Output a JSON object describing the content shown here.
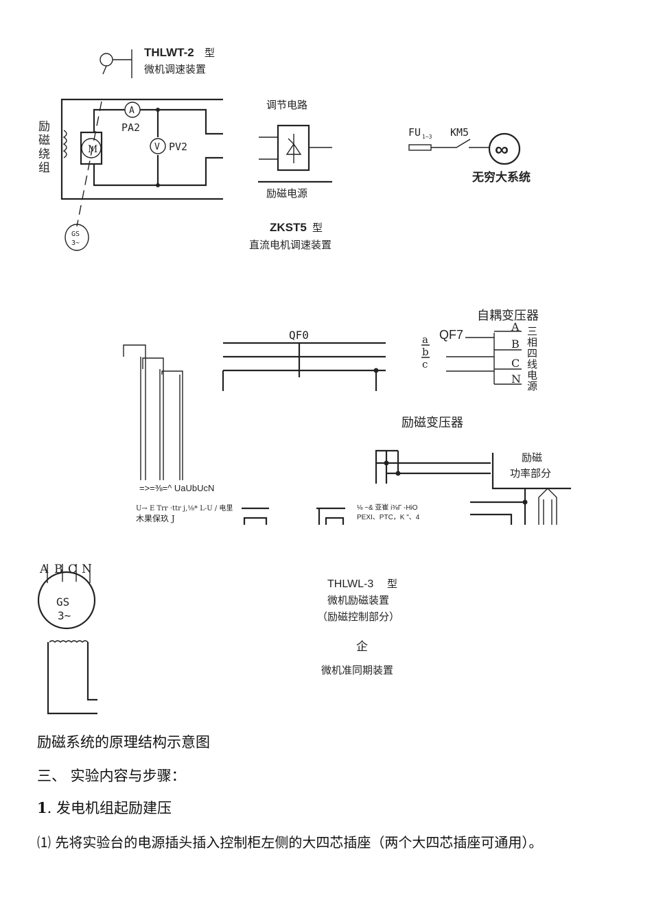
{
  "diagram": {
    "thlwt_model": "THLWT-2",
    "thlwt_suffix": "型",
    "thlwt_name": "微机调速装置",
    "field_winding": [
      "励",
      "磁",
      "绕",
      "组"
    ],
    "pa2": "PA2",
    "pv2": "PV2",
    "ammeter": "A",
    "voltmeter": "V",
    "motor": "M",
    "gs_top": "GS",
    "gs_bottom": "3~",
    "regulating_circuit": "调节电路",
    "excitation_source": "励磁电源",
    "zkst_model": "ZKST5",
    "zkst_suffix": "型",
    "zkst_name": "直流电机调速装置",
    "fu": "FU",
    "fu_sub": "1~3",
    "km5": "KM5",
    "infinite_system": "无穷大系统",
    "autotransformer": "自耦变压器",
    "qf0": "QF0",
    "qf7": "QF7",
    "abc": [
      "a",
      "b",
      "c"
    ],
    "phases": [
      "A",
      "B",
      "C",
      "N"
    ],
    "three_phase_source": [
      "三",
      "相",
      "四",
      "线",
      "电",
      "源"
    ],
    "excitation_transformer": "励磁变压器",
    "excitation_power_1": "励磁",
    "excitation_power_2": "功率部分",
    "garbled_1": "=>=⅜=^ UaUbUcN",
    "garbled_2a": "U→ E Trr ·ttr j,⅛* L-U / 电里",
    "garbled_2b": "木果保玖 J",
    "garbled_3a": "⅛ −& 亚崔 i⅜Γ -HiO",
    "garbled_3b": "PEXI、PTC，K \"、4",
    "gen_phases": [
      "A",
      "B",
      "C",
      "N"
    ],
    "thlwl_model": "THLWL-3",
    "thlwl_suffix": "型",
    "thlwl_name": "微机励磁装置",
    "thlwl_sub": "（励磁控制部分）",
    "symbol": "企",
    "sync_device": "微机准同期装置"
  },
  "text": {
    "caption": "励磁系统的原理结构示意图",
    "section": "三、  实验内容与步骤：",
    "step_num": "1",
    "step_title": ".  发电机组起励建压",
    "para1": "⑴ 先将实验台的电源插头插入控制柜左侧的大四芯插座（两个大四芯插座可通用）。"
  }
}
